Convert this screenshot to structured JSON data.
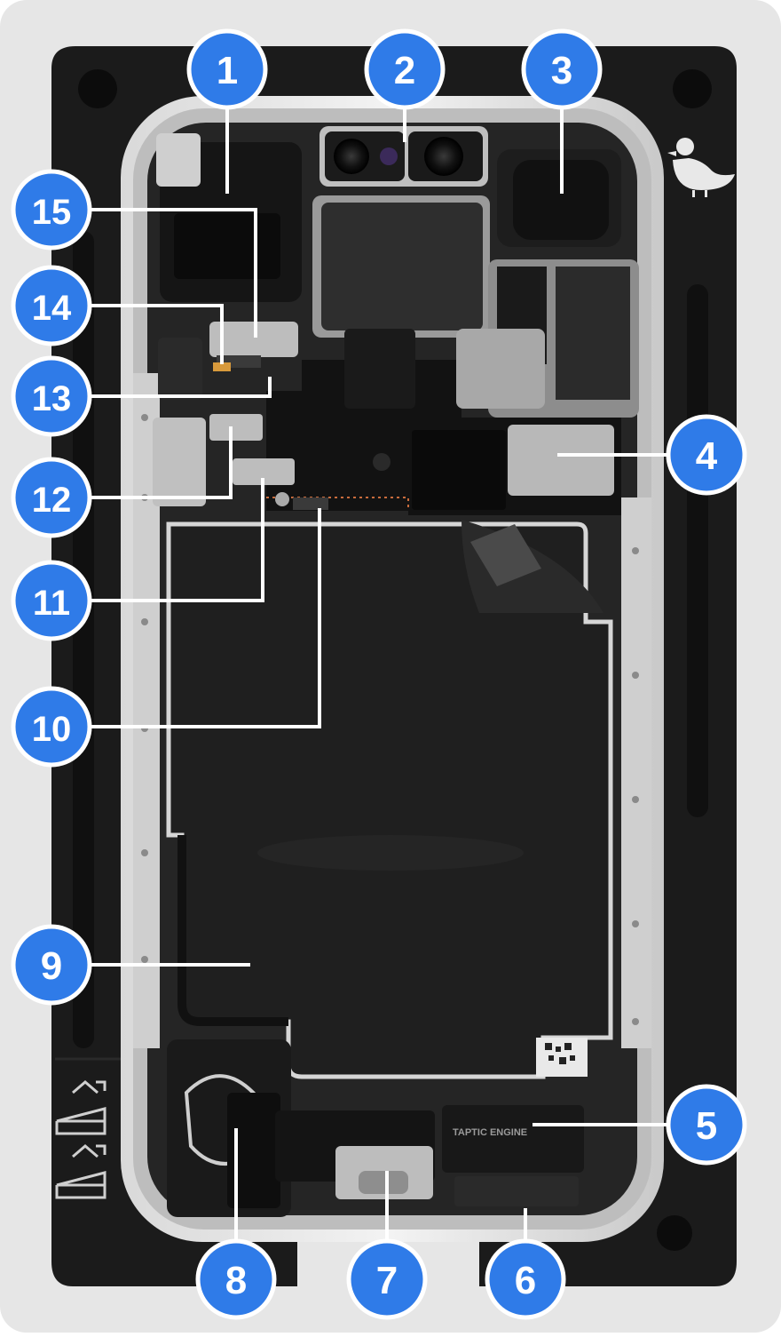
{
  "image": {
    "subject": "iPhone interior teardown photo with numbered component callouts",
    "accent_color": "#2f7be8",
    "callout_line_color": "#ffffff",
    "watermark_icon": "duck-logo-icon",
    "taptic_text": "TAPTIC ENGINE"
  },
  "callouts": [
    {
      "id": 1,
      "label": "1"
    },
    {
      "id": 2,
      "label": "2"
    },
    {
      "id": 3,
      "label": "3"
    },
    {
      "id": 4,
      "label": "4"
    },
    {
      "id": 5,
      "label": "5"
    },
    {
      "id": 6,
      "label": "6"
    },
    {
      "id": 7,
      "label": "7"
    },
    {
      "id": 8,
      "label": "8"
    },
    {
      "id": 9,
      "label": "9"
    },
    {
      "id": 10,
      "label": "10"
    },
    {
      "id": 11,
      "label": "11"
    },
    {
      "id": 12,
      "label": "12"
    },
    {
      "id": 13,
      "label": "13"
    },
    {
      "id": 14,
      "label": "14"
    },
    {
      "id": 15,
      "label": "15"
    }
  ]
}
